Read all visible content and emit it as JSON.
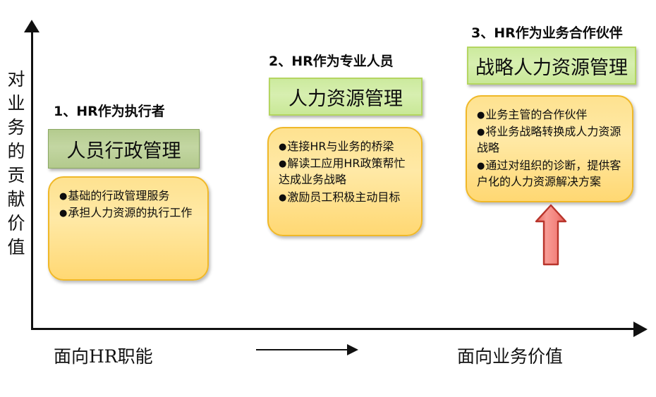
{
  "axes": {
    "y_label_chars": [
      "对",
      "业",
      "务",
      "的",
      "贡",
      "献",
      "价",
      "值"
    ],
    "y_label_text": "对业务的贡献价值",
    "x_label_left": "面向HR职能",
    "x_label_right": "面向业务价值"
  },
  "columns": [
    {
      "title": "1、HR作为执行者",
      "header": "人员行政管理",
      "bullets": [
        "基础的行政管理服务",
        "承担人力资源的执行工作"
      ]
    },
    {
      "title": "2、HR作为专业人员",
      "header": "人力资源管理",
      "bullets": [
        "连接HR与业务的桥梁",
        "解读工应用HR政策帮忙达成业务战略",
        "激励员工积极主动目标"
      ]
    },
    {
      "title": "3、HR作为业务合作伙伴",
      "header": "战略人力资源管理",
      "bullets": [
        "业务主管的合作伙伴",
        "将业务战略转换成人力资源战略",
        "通过对组织的诊断，提供客户化的人力资源解决方案"
      ]
    }
  ],
  "colors": {
    "green_dark_fill": "#bdd197",
    "green_dark_border": "#8aa862",
    "green_light_fill": "#d2ecа4",
    "green_light_border": "#b4d661",
    "yellow_fill": "#ffe295",
    "yellow_border": "#f0b828",
    "pink_arrow_fill": "#f4827f",
    "pink_arrow_border": "#c0392f",
    "axis": "#111111"
  }
}
